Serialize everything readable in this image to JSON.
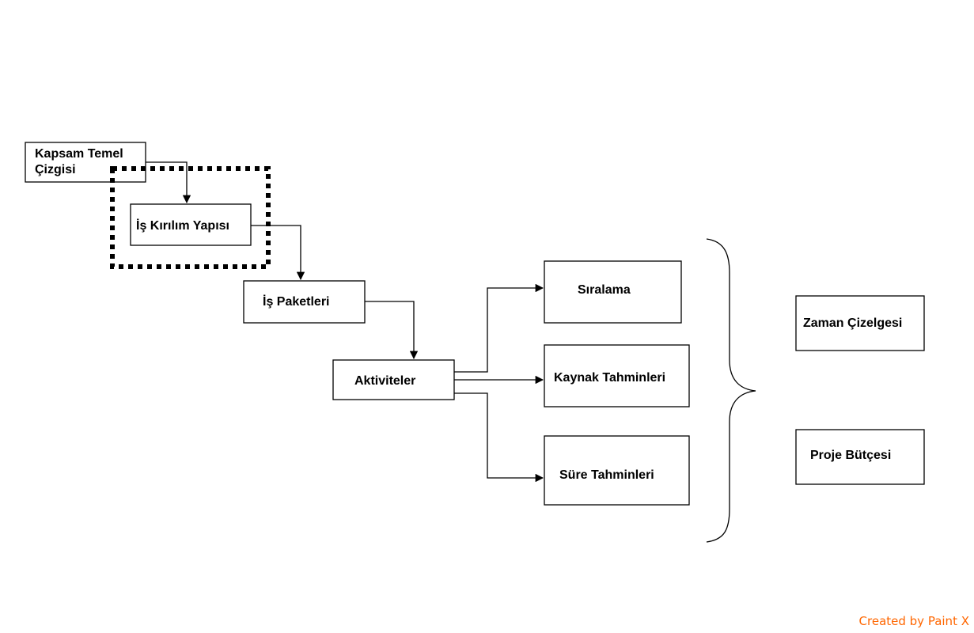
{
  "nodes": {
    "kapsam_line1": "Kapsam Temel",
    "kapsam_line2": "Çizgisi",
    "is_kirilim": "İş Kırılım Yapısı",
    "is_paketleri": "İş Paketleri",
    "aktiviteler": "Aktiviteler",
    "siralama": "Sıralama",
    "kaynak": "Kaynak Tahminleri",
    "sure": "Süre Tahminleri",
    "zaman": "Zaman Çizelgesi",
    "butce": "Proje Bütçesi"
  },
  "watermark": "Created by Paint X",
  "colors": {
    "stroke": "#000000",
    "background": "#ffffff",
    "watermark": "#ff6600"
  }
}
